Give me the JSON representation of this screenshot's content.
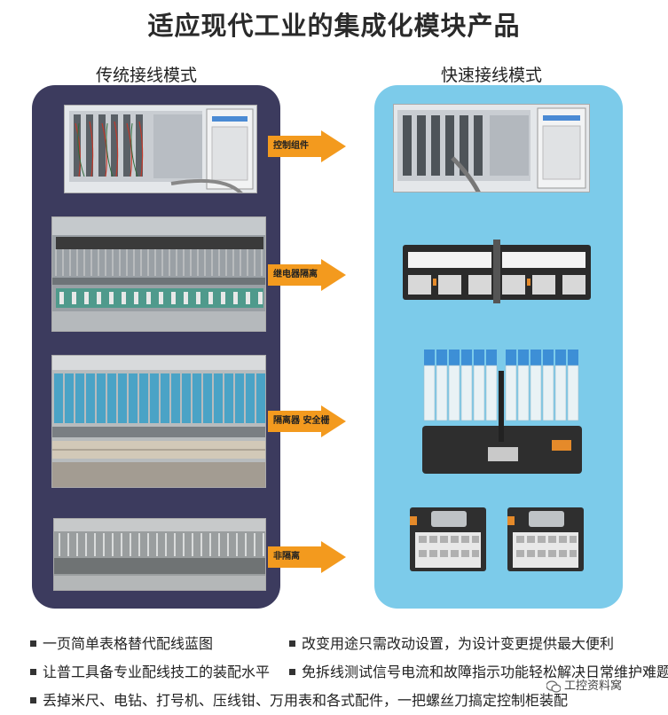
{
  "title": "适应现代工业的集成化模块产品",
  "left_header": "传统接线模式",
  "right_header": "快速接线模式",
  "arrows": [
    "控制组件",
    "继电器隔离",
    "隔离器 安全栅",
    "非隔离"
  ],
  "bullets": [
    "一页简单表格替代配线蓝图",
    "改变用途只需改动设置，为设计变更提供最大便利",
    "让普工具备专业配线技工的装配水平",
    "免拆线测试信号电流和故障指示功能轻松解决日常维护难题",
    "丢掉米尺、电钻、打号机、压线钳、万用表和各式配件，一把螺丝刀搞定控制柜装配"
  ],
  "watermark": "工控资料窝",
  "colors": {
    "left_panel": "#3c3b5e",
    "right_panel": "#7ccbea",
    "arrow": "#f39a1e"
  }
}
